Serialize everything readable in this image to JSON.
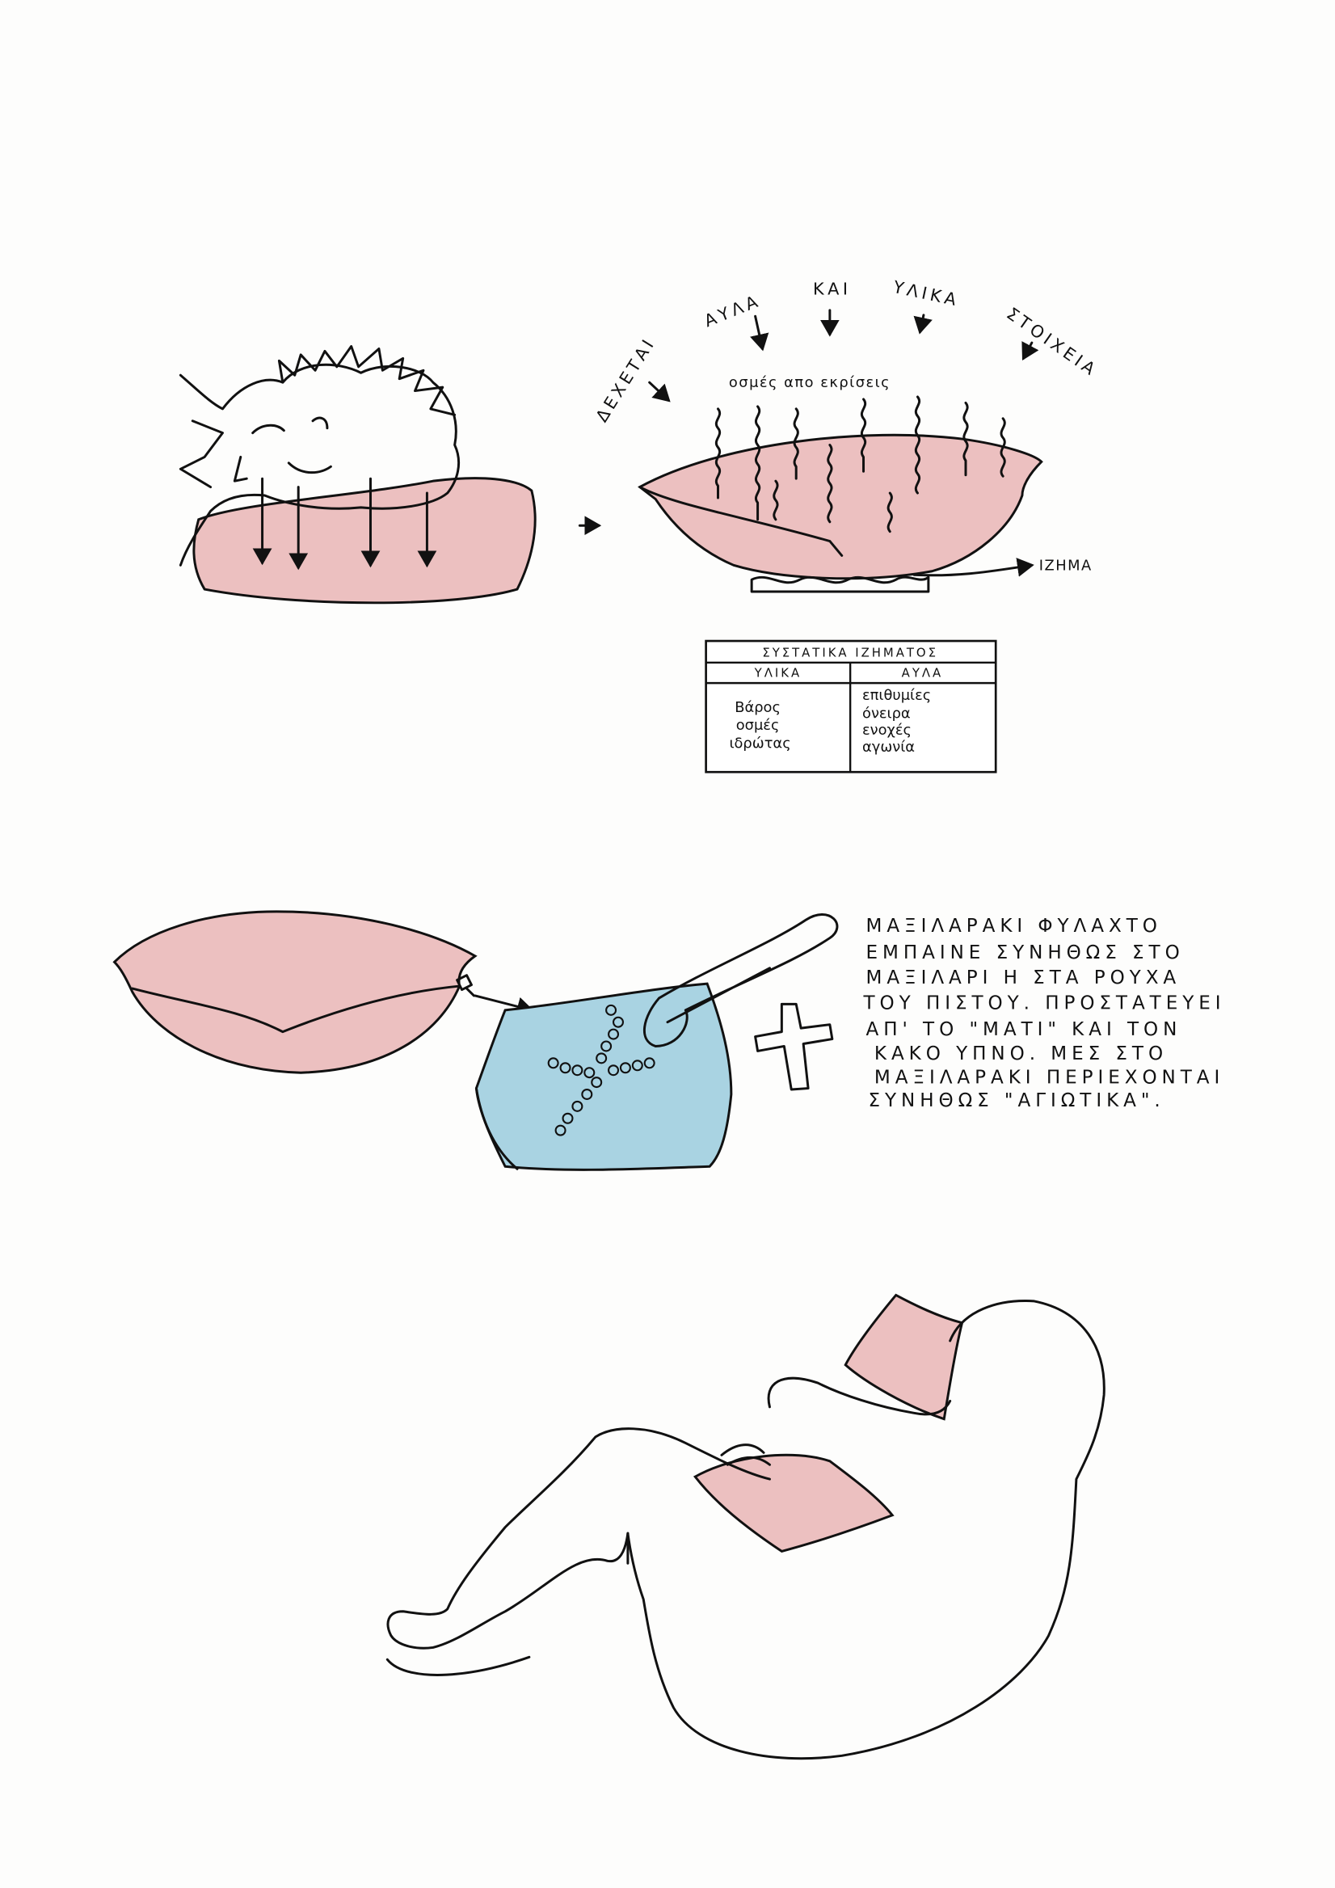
{
  "sheet1": {
    "arc_words": [
      "ΔΕΧΕΤΑΙ",
      "ΑΥΛΑ",
      "ΚΑΙ",
      "ΥΛΙΚΑ",
      "ΣΤΟΙΧΕΙΑ"
    ],
    "smells_label": "οσμές απο εκρίσεις",
    "sediment_label": "ΙΖΗΜΑ",
    "table": {
      "title": "ΣΥΣΤΑΤΙΚΑ ΙΖΗΜΑΤΟΣ",
      "headers": [
        "ΥΛΙΚΑ",
        "ΑΥΛΑ"
      ],
      "material": [
        "Βάρος",
        "οσμές",
        "ιδρώτας"
      ],
      "immaterial": [
        "επιθυμίες",
        "όνειρα",
        "ενοχές",
        "αγωνία"
      ]
    }
  },
  "sheet2": {
    "paragraph": [
      "ΜΑΞΙΛΑΡΑΚΙ ΦΥΛΑΧΤΟ",
      "ΕΜΠΑΙΝΕ ΣΥΝΗΘΩΣ ΣΤΟ",
      "ΜΑΞΙΛΑΡΙ Η ΣΤΑ ΡΟΥΧΑ",
      "ΤΟΥ ΠΙΣΤΟΥ. ΠΡΟΣΤΑΤΕΥΕΙ",
      "ΑΠ' ΤΟ \"ΜΑΤΙ\" ΚΑΙ ΤΟΝ",
      "ΚΑΚΟ ΥΠΝΟ. ΜΕΣ ΣΤΟ",
      "ΜΑΞΙΛΑΡΑΚΙ ΠΕΡΙΕΧΟΝΤΑΙ",
      "ΣΥΝΗΘΩΣ \"ΑΓΙΩΤΙΚΑ\"."
    ]
  },
  "colors": {
    "pink": "#ecc0c0",
    "blue": "#a9d3e2",
    "ink": "#111111"
  }
}
